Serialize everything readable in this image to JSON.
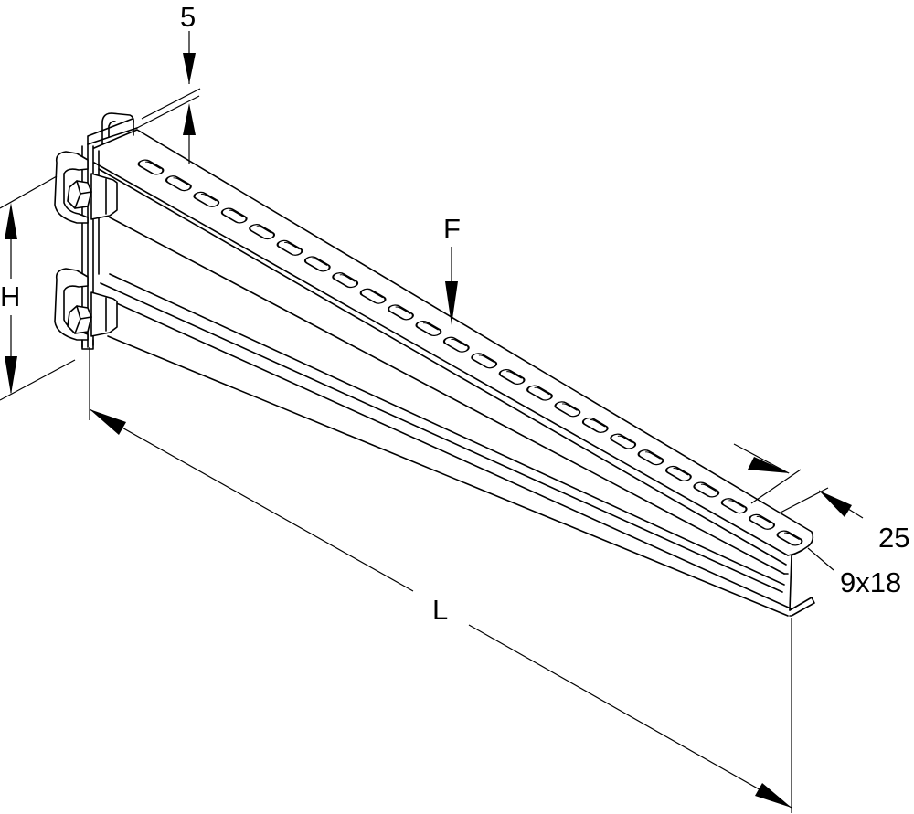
{
  "diagram": {
    "subject": "Cable tray wall bracket with slotted top flange",
    "line_color": "#000000",
    "background": "#ffffff"
  },
  "dimensions": {
    "thickness": {
      "label": "5",
      "meaning": "material thickness"
    },
    "force": {
      "label": "F",
      "meaning": "load force arrow"
    },
    "height": {
      "label": "H",
      "meaning": "bracket height at wall"
    },
    "length": {
      "label": "L",
      "meaning": "bracket length"
    },
    "flange_width": {
      "label": "25",
      "meaning": "top flange width"
    },
    "slot_size": {
      "label": "9x18",
      "meaning": "slot hole size"
    }
  },
  "slots": {
    "count": 24
  }
}
